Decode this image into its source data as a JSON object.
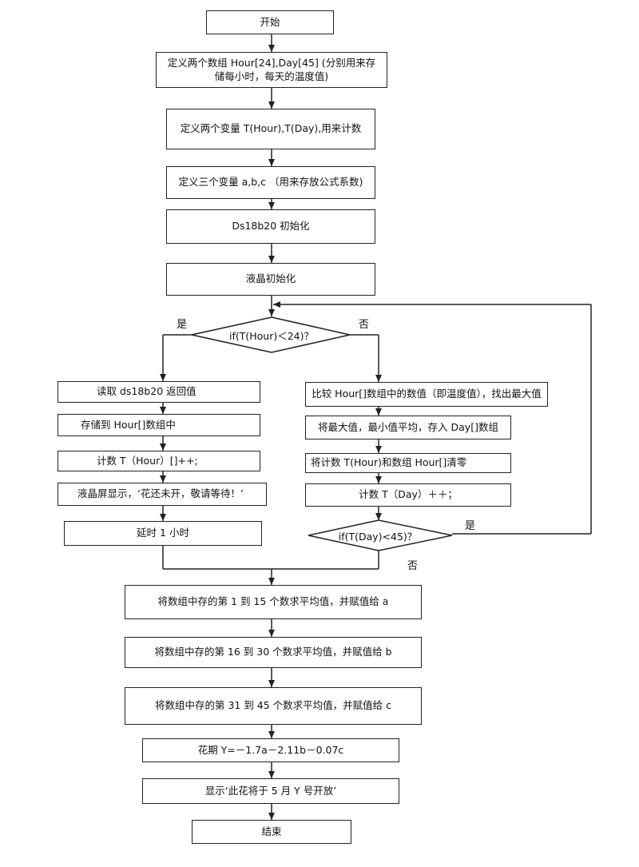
{
  "nodes": {
    "start": "开始",
    "define_arrays": "定义两个数组 Hour[24],Day[45] (分别用来存储每小时，每天的温度值)",
    "define_counters": "定义两个变量 T(Hour),T(Day),用来计数",
    "define_coeffs": "定义三个变量 a,b,c  （用来存放公式系数)",
    "ds18b20_init": "Ds18b20 初始化",
    "lcd_init": "液晶初始化",
    "cond_hour": "if(T(Hour)＜24)？",
    "read_ds18b20": "读取 ds18b20 返回值",
    "store_hour": "存储到 Hour[]数组中",
    "count_hour": "计数 T（Hour）[]++;",
    "lcd_show": "液晶屏显示，‘花还未开，敬请等待！’",
    "delay": "延时 1 小时",
    "compare_max": "比较 Hour[]数组中的数值（即温度值），找出最大值",
    "avg_store_day": "将最大值，最小值平均，存入 Day[]数组",
    "clear_hour": "将计数 T(Hour)和数组 Hour[]清零",
    "count_day": "计数 T（Day）＋＋；",
    "cond_day": "if(T(Day)<45)？",
    "avg_a": "将数组中存的第 1 到 15 个数求平均值，并赋值给 a",
    "avg_b": "将数组中存的第 16 到 30 个数求平均值，并赋值给 b",
    "avg_c": "将数组中存的第 31 到 45 个数求平均值，并赋值给 c",
    "formula": "花期 Y=－1.7a－2.11b－0.07c",
    "show_result": "显示‘此花将于 5 月 Y 号开放’",
    "end": "结束"
  },
  "labels": {
    "yes": "是",
    "no": "否"
  }
}
